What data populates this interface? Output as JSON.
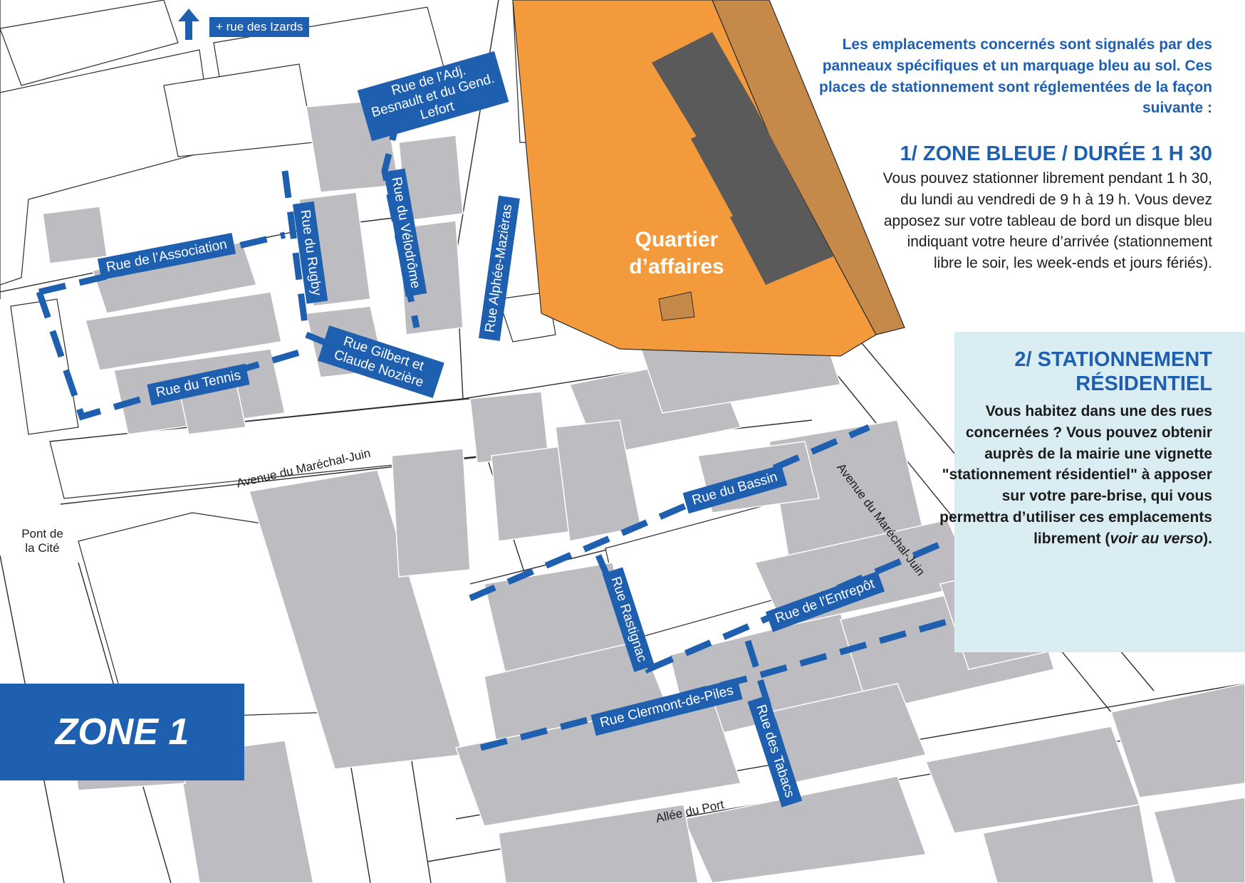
{
  "map": {
    "colors": {
      "zone": "#1f5fb0",
      "building": "#bcbcc1",
      "district": "#f39a3d",
      "district_building": "#5a5a5a",
      "info_box": "#d9edf3"
    },
    "north_link": "+ rue des Izards",
    "district": "Quartier\nd’affaires",
    "place_pont": "Pont de\nla Cité",
    "roads": {
      "marechal_juin_west": "Avenue du Maréchal-Juin",
      "marechal_juin_east": "Avenue du Maréchal-Juin",
      "allee_du_port": "Allée du Port"
    },
    "streets": {
      "besnault": "Rue de l’Adj. Besnault et du Gend. Lefort",
      "association": "Rue de l’Association",
      "rugby": "Rue du Rugby",
      "velodrome": "Rue du Vélodrôme",
      "alphee": "Rue Alphée-Mazièras",
      "tennis": "Rue du Tennis",
      "gilbert": "Rue Gilbert et Claude Nozière",
      "bassin": "Rue du Bassin",
      "rastignac": "Rue Rastignac",
      "entrepot": "Rue de l’Entrepôt",
      "clermont": "Rue Clermont-de-Piles",
      "tabacs": "Rue des Tabacs"
    }
  },
  "info": {
    "intro": "Les emplacements concernés sont signalés par des panneaux spécifiques et un marquage bleu au sol. Ces places de stationnement sont réglementées de la façon suivante :",
    "zone_bleue_title": "1/ ZONE BLEUE / DURÉE 1 H 30",
    "zone_bleue_text": "Vous pouvez stationner librement pendant 1 h 30, du lundi au vendredi de 9 h à 19 h. Vous devez apposez sur votre tableau de bord un disque bleu indiquant votre heure d’arrivée (stationnement libre le soir, les week-ends et jours fériés).",
    "residentiel_title": "2/ STATIONNEMENT RÉSIDENTIEL",
    "residentiel_text_main": "Vous habitez dans une des rues concernées ? Vous pouvez obtenir auprès de la mairie une vignette \"stationnement résidentiel\" à apposer sur votre pare-brise, qui vous permettra d’utiliser ces emplacements librement (",
    "residentiel_text_italic": "voir au verso",
    "residentiel_text_end": ")."
  },
  "zone_title": "ZONE 1"
}
